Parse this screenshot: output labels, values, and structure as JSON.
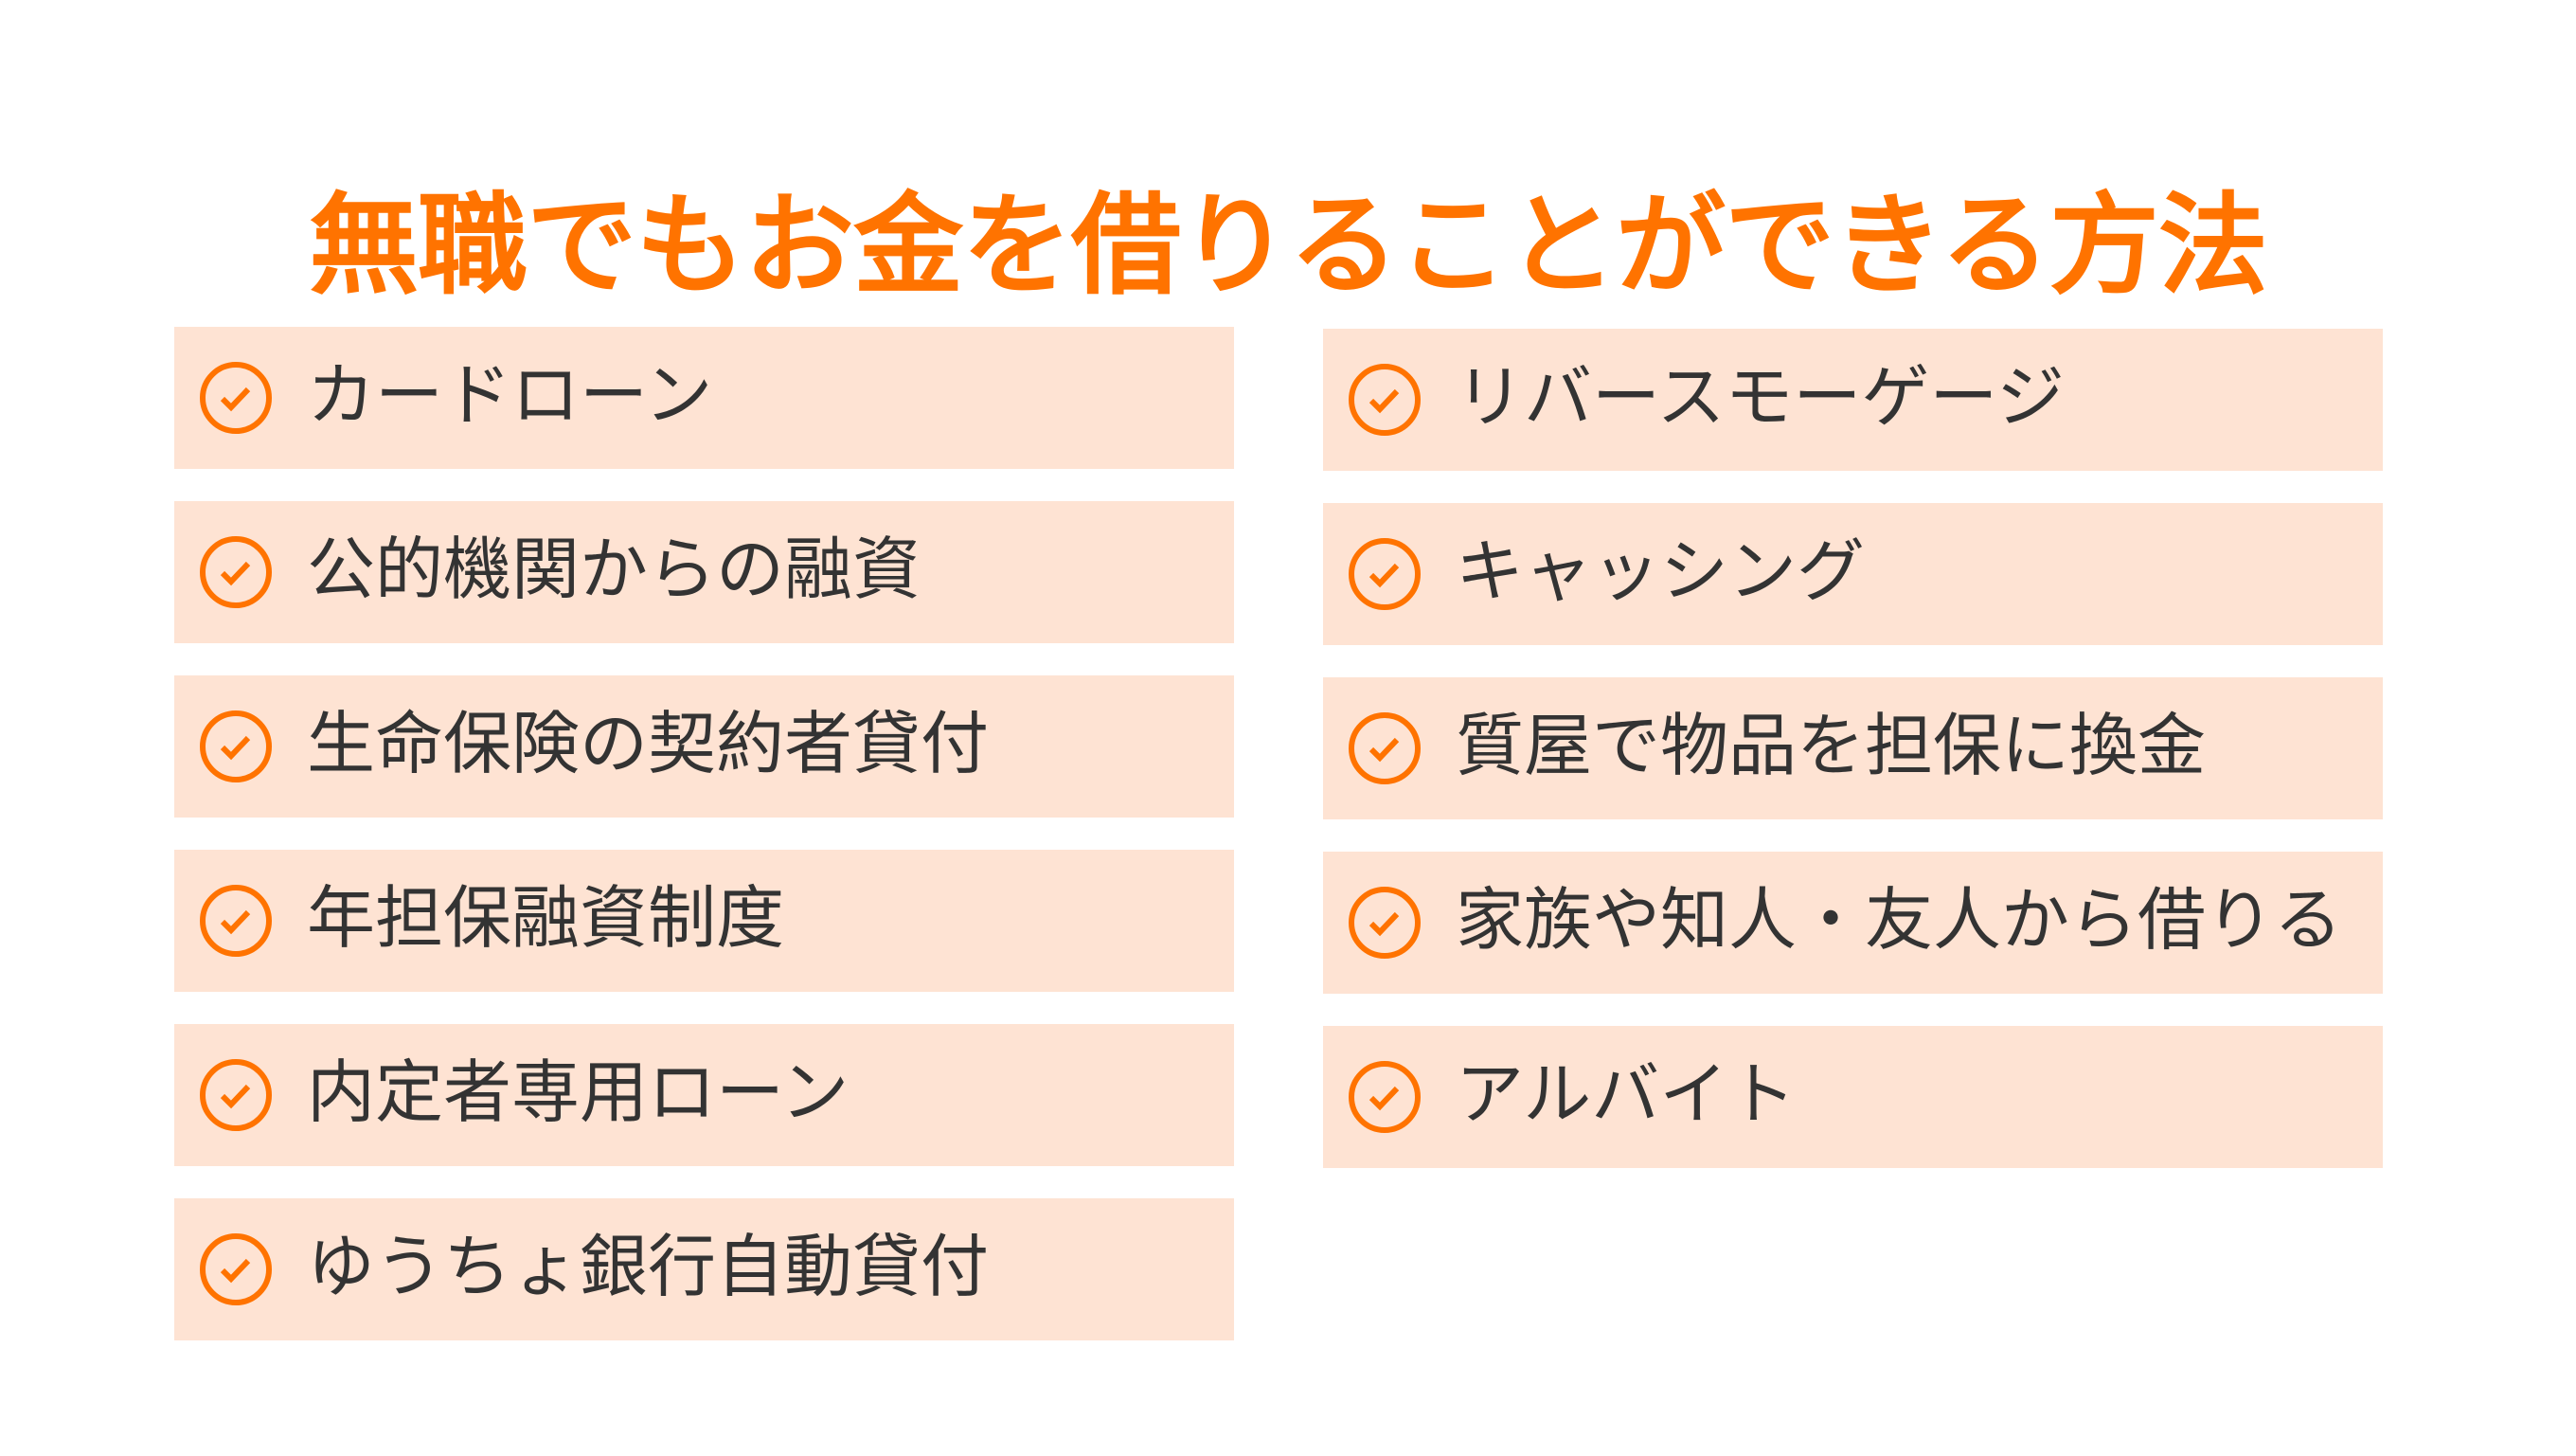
{
  "title": "無職でもお金を借りることができる方法",
  "colors": {
    "accent": "#FF7300",
    "item_background": "#FEE3D3",
    "text": "#333333",
    "page_background": "#FFFFFF"
  },
  "icon": "check-circle-icon",
  "left_column": {
    "items": [
      {
        "label": "カードローン"
      },
      {
        "label": "公的機関からの融資"
      },
      {
        "label": "生命保険の契約者貸付"
      },
      {
        "label": "年担保融資制度"
      },
      {
        "label": "内定者専用ローン"
      },
      {
        "label": "ゆうちょ銀行自動貸付"
      }
    ]
  },
  "right_column": {
    "items": [
      {
        "label": "リバースモーゲージ"
      },
      {
        "label": "キャッシング"
      },
      {
        "label": "質屋で物品を担保に換金"
      },
      {
        "label": "家族や知人・友人から借りる"
      },
      {
        "label": "アルバイト"
      }
    ]
  }
}
